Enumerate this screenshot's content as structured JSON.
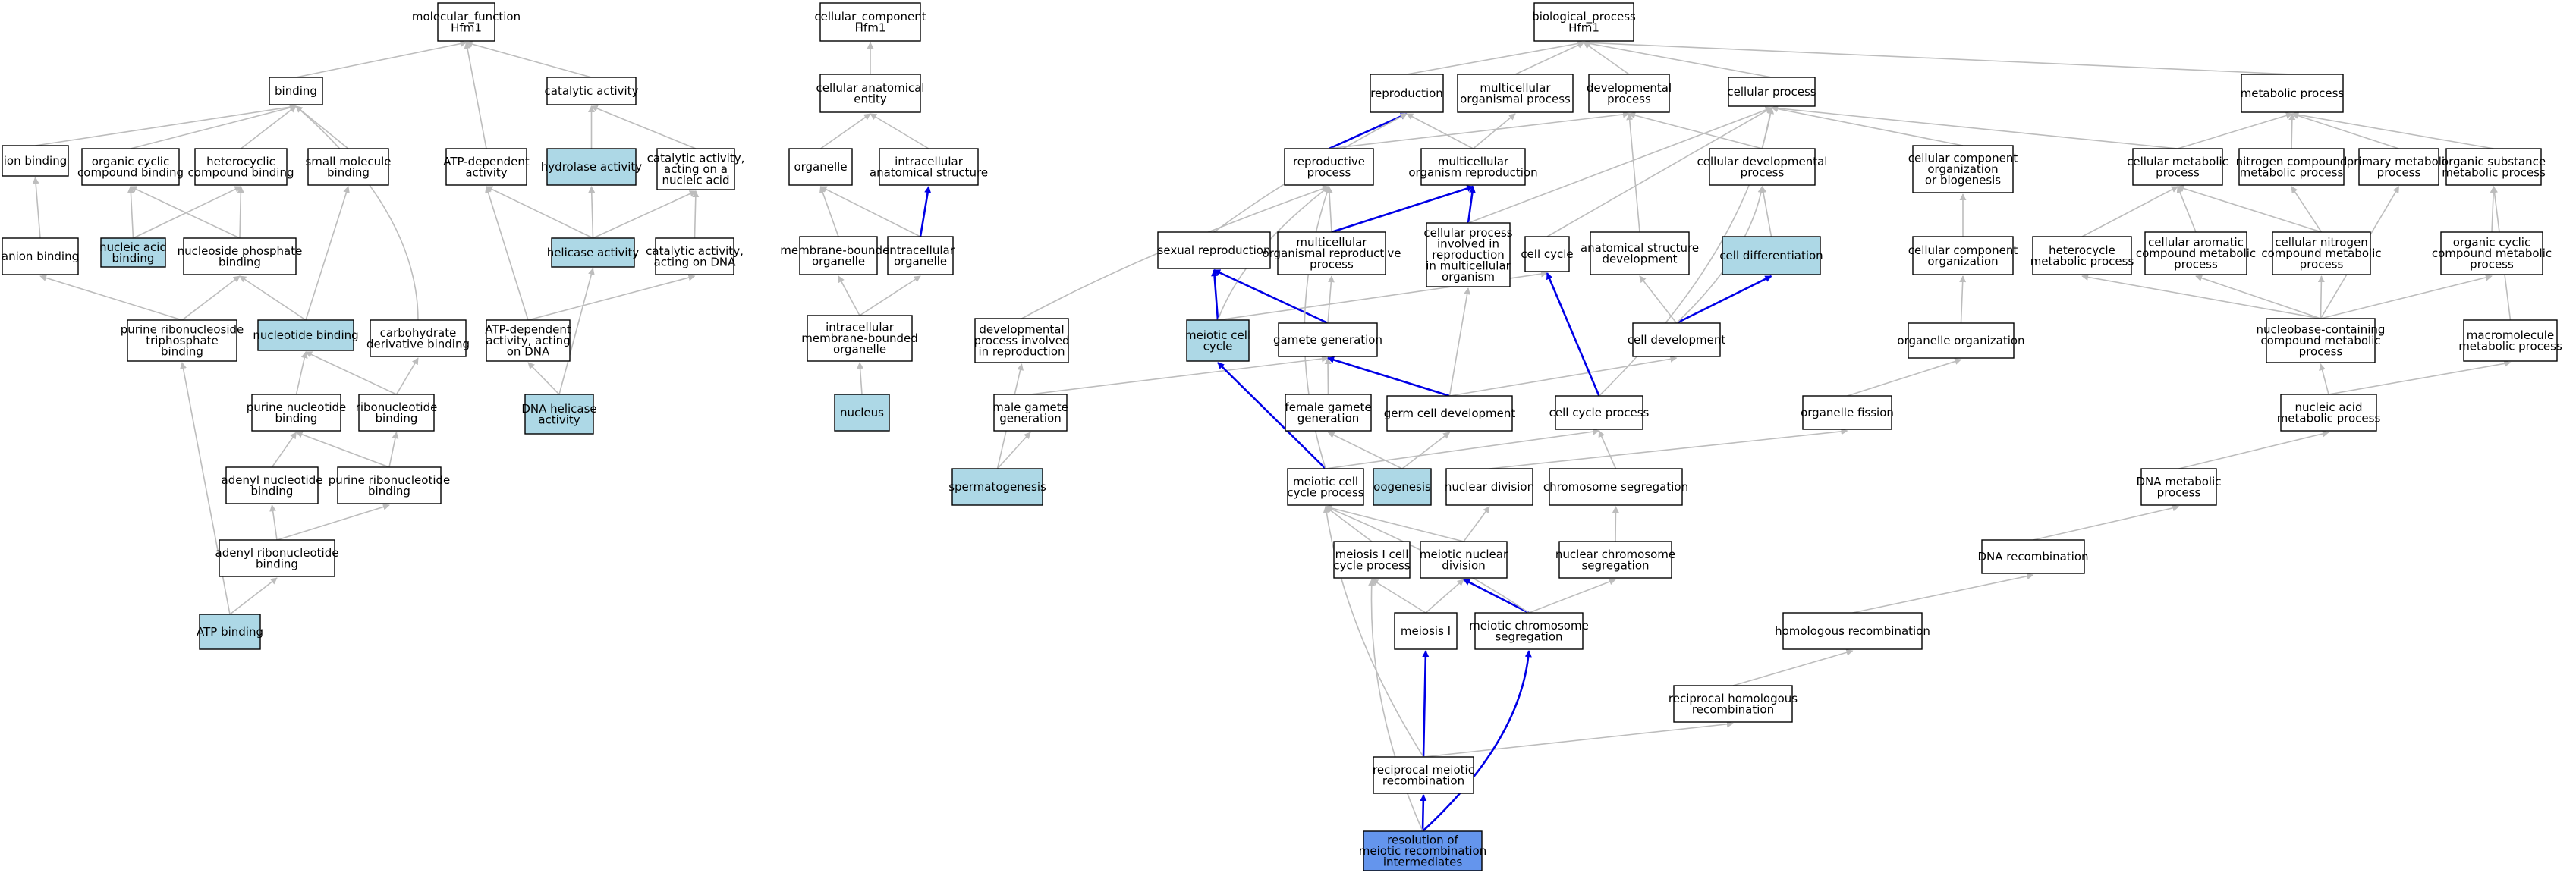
{
  "colors": {
    "is_a_edge": "#bdbdbd",
    "highlight_edge": "#0000e6",
    "node_border": "#000000",
    "node_fill": "#ffffff",
    "annotated_fill": "#add8e6",
    "focus_fill": "#6495ed"
  },
  "nodes": {
    "mf_root": {
      "lines": [
        "molecular_function",
        "Hfm1"
      ]
    },
    "binding": {
      "lines": [
        "binding"
      ]
    },
    "catalytic_activity": {
      "lines": [
        "catalytic activity"
      ]
    },
    "ion_binding": {
      "lines": [
        "ion binding"
      ]
    },
    "organic_cyclic_binding": {
      "lines": [
        "organic cyclic",
        "compound binding"
      ]
    },
    "heterocyclic_binding": {
      "lines": [
        "heterocyclic",
        "compound binding"
      ]
    },
    "small_molecule_binding": {
      "lines": [
        "small molecule",
        "binding"
      ]
    },
    "atp_dependent_activity": {
      "lines": [
        "ATP-dependent",
        "activity"
      ]
    },
    "hydrolase_activity": {
      "lines": [
        "hydrolase activity"
      ]
    },
    "catalytic_nucleic_acid": {
      "lines": [
        "catalytic activity,",
        "acting on a",
        "nucleic acid"
      ]
    },
    "anion_binding": {
      "lines": [
        "anion binding"
      ]
    },
    "nucleic_acid_binding": {
      "lines": [
        "nucleic acid",
        "binding"
      ]
    },
    "nucleoside_phosphate_binding": {
      "lines": [
        "nucleoside phosphate",
        "binding"
      ]
    },
    "helicase_activity": {
      "lines": [
        "helicase activity"
      ]
    },
    "catalytic_dna": {
      "lines": [
        "catalytic activity,",
        "acting on DNA"
      ]
    },
    "purine_ribonucleoside_triphosphate_binding": {
      "lines": [
        "purine ribonucleoside",
        "triphosphate",
        "binding"
      ]
    },
    "nucleotide_binding": {
      "lines": [
        "nucleotide binding"
      ]
    },
    "carbohydrate_derivative_binding": {
      "lines": [
        "carbohydrate",
        "derivative binding"
      ]
    },
    "atp_dependent_dna": {
      "lines": [
        "ATP-dependent",
        "activity, acting",
        "on DNA"
      ]
    },
    "purine_nucleotide_binding": {
      "lines": [
        "purine nucleotide",
        "binding"
      ]
    },
    "ribonucleotide_binding": {
      "lines": [
        "ribonucleotide",
        "binding"
      ]
    },
    "dna_helicase_activity": {
      "lines": [
        "DNA helicase",
        "activity"
      ]
    },
    "adenyl_nucleotide_binding": {
      "lines": [
        "adenyl nucleotide",
        "binding"
      ]
    },
    "purine_ribonucleotide_binding": {
      "lines": [
        "purine ribonucleotide",
        "binding"
      ]
    },
    "adenyl_ribonucleotide_binding": {
      "lines": [
        "adenyl ribonucleotide",
        "binding"
      ]
    },
    "atp_binding": {
      "lines": [
        "ATP binding"
      ]
    },
    "cc_root": {
      "lines": [
        "cellular_component",
        "Hfm1"
      ]
    },
    "cellular_anatomical_entity": {
      "lines": [
        "cellular anatomical",
        "entity"
      ]
    },
    "organelle": {
      "lines": [
        "organelle"
      ]
    },
    "intracellular_anatomical_structure": {
      "lines": [
        "intracellular",
        "anatomical structure"
      ]
    },
    "membrane_bounded_organelle": {
      "lines": [
        "membrane-bounded",
        "organelle"
      ]
    },
    "intracellular_organelle": {
      "lines": [
        "intracellular",
        "organelle"
      ]
    },
    "intracellular_membrane_bounded_organelle": {
      "lines": [
        "intracellular",
        "membrane-bounded",
        "organelle"
      ]
    },
    "nucleus": {
      "lines": [
        "nucleus"
      ]
    },
    "bp_root": {
      "lines": [
        "biological_process",
        "Hfm1"
      ]
    },
    "reproduction": {
      "lines": [
        "reproduction"
      ]
    },
    "multicellular_organismal_process": {
      "lines": [
        "multicellular",
        "organismal process"
      ]
    },
    "developmental_process": {
      "lines": [
        "developmental",
        "process"
      ]
    },
    "cellular_process": {
      "lines": [
        "cellular process"
      ]
    },
    "metabolic_process": {
      "lines": [
        "metabolic process"
      ]
    },
    "reproductive_process": {
      "lines": [
        "reproductive",
        "process"
      ]
    },
    "multicellular_organism_reproduction": {
      "lines": [
        "multicellular",
        "organism reproduction"
      ]
    },
    "cellular_developmental_process": {
      "lines": [
        "cellular developmental",
        "process"
      ]
    },
    "cellular_component_organization_or_biogenesis": {
      "lines": [
        "cellular component",
        "organization",
        "or biogenesis"
      ]
    },
    "cellular_metabolic_process": {
      "lines": [
        "cellular metabolic",
        "process"
      ]
    },
    "nitrogen_compound_metabolic_process": {
      "lines": [
        "nitrogen compound",
        "metabolic process"
      ]
    },
    "primary_metabolic_process": {
      "lines": [
        "primary metabolic",
        "process"
      ]
    },
    "organic_substance_metabolic_process": {
      "lines": [
        "organic substance",
        "metabolic process"
      ]
    },
    "sexual_reproduction": {
      "lines": [
        "sexual reproduction"
      ]
    },
    "multicellular_organismal_reproductive_process": {
      "lines": [
        "multicellular",
        "organismal reproductive",
        "process"
      ]
    },
    "cellular_process_in_reproduction": {
      "lines": [
        "cellular process",
        "involved in",
        "reproduction",
        "in multicellular",
        "organism"
      ]
    },
    "cell_cycle": {
      "lines": [
        "cell cycle"
      ]
    },
    "anatomical_structure_development": {
      "lines": [
        "anatomical structure",
        "development"
      ]
    },
    "cell_differentiation": {
      "lines": [
        "cell differentiation"
      ]
    },
    "cellular_component_organization": {
      "lines": [
        "cellular component",
        "organization"
      ]
    },
    "heterocycle_metabolic_process": {
      "lines": [
        "heterocycle",
        "metabolic process"
      ]
    },
    "cellular_aromatic_compound_metabolic_process": {
      "lines": [
        "cellular aromatic",
        "compound metabolic",
        "process"
      ]
    },
    "cellular_nitrogen_compound_metabolic_process": {
      "lines": [
        "cellular nitrogen",
        "compound metabolic",
        "process"
      ]
    },
    "organic_cyclic_compound_metabolic_process": {
      "lines": [
        "organic cyclic",
        "compound metabolic",
        "process"
      ]
    },
    "developmental_process_in_reproduction": {
      "lines": [
        "developmental",
        "process involved",
        "in reproduction"
      ]
    },
    "meiotic_cell_cycle": {
      "lines": [
        "meiotic cell",
        "cycle"
      ]
    },
    "gamete_generation": {
      "lines": [
        "gamete generation"
      ]
    },
    "cell_development": {
      "lines": [
        "cell development"
      ]
    },
    "organelle_organization": {
      "lines": [
        "organelle organization"
      ]
    },
    "nucleobase_containing_compound_metabolic_process": {
      "lines": [
        "nucleobase-containing",
        "compound metabolic",
        "process"
      ]
    },
    "macromolecule_metabolic_process": {
      "lines": [
        "macromolecule",
        "metabolic process"
      ]
    },
    "male_gamete_generation": {
      "lines": [
        "male gamete",
        "generation"
      ]
    },
    "female_gamete_generation": {
      "lines": [
        "female gamete",
        "generation"
      ]
    },
    "germ_cell_development": {
      "lines": [
        "germ cell development"
      ]
    },
    "cell_cycle_process": {
      "lines": [
        "cell cycle process"
      ]
    },
    "organelle_fission": {
      "lines": [
        "organelle fission"
      ]
    },
    "nucleic_acid_metabolic_process": {
      "lines": [
        "nucleic acid",
        "metabolic process"
      ]
    },
    "spermatogenesis": {
      "lines": [
        "spermatogenesis"
      ]
    },
    "meiotic_cell_cycle_process": {
      "lines": [
        "meiotic cell",
        "cycle process"
      ]
    },
    "oogenesis": {
      "lines": [
        "oogenesis"
      ]
    },
    "nuclear_division": {
      "lines": [
        "nuclear division"
      ]
    },
    "chromosome_segregation": {
      "lines": [
        "chromosome segregation"
      ]
    },
    "dna_metabolic_process": {
      "lines": [
        "DNA metabolic",
        "process"
      ]
    },
    "meiosis_i_cell_cycle_process": {
      "lines": [
        "meiosis I cell",
        "cycle process"
      ]
    },
    "meiotic_nuclear_division": {
      "lines": [
        "meiotic nuclear",
        "division"
      ]
    },
    "nuclear_chromosome_segregation": {
      "lines": [
        "nuclear chromosome",
        "segregation"
      ]
    },
    "dna_recombination": {
      "lines": [
        "DNA recombination"
      ]
    },
    "meiosis_i": {
      "lines": [
        "meiosis I"
      ]
    },
    "meiotic_chromosome_segregation": {
      "lines": [
        "meiotic chromosome",
        "segregation"
      ]
    },
    "homologous_recombination": {
      "lines": [
        "homologous recombination"
      ]
    },
    "reciprocal_homologous_recombination": {
      "lines": [
        "reciprocal homologous",
        "recombination"
      ]
    },
    "reciprocal_meiotic_recombination": {
      "lines": [
        "reciprocal meiotic",
        "recombination"
      ]
    },
    "resolution_of_meiotic_recombination_intermediates": {
      "lines": [
        "resolution of",
        "meiotic recombination",
        "intermediates"
      ]
    }
  }
}
